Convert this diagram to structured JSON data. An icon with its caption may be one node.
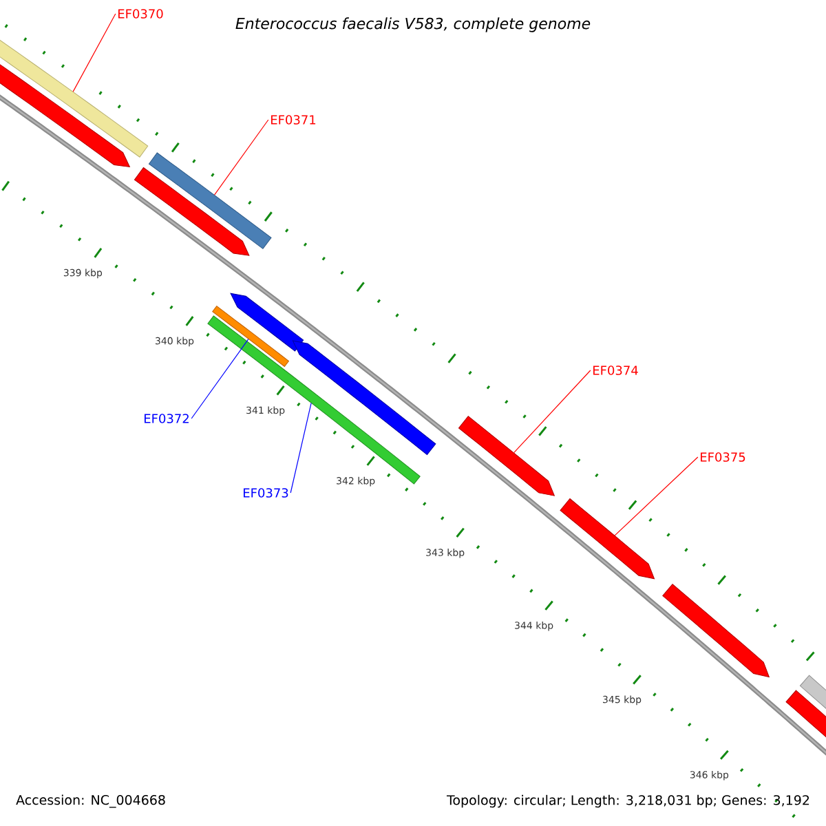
{
  "diagram": {
    "title": "Enterococcus faecalis V583, complete genome",
    "nodes": [
      {
        "text": [
          "EF0370"
        ]
      },
      {
        "text": [
          "EF0371"
        ]
      },
      {
        "text": [
          "EF0372"
        ]
      },
      {
        "text": [
          "EF0373"
        ]
      },
      {
        "text": [
          "EF0374"
        ]
      },
      {
        "text": [
          "EF0375"
        ]
      },
      {
        "text": [],
        "shape": "bar"
      },
      {
        "text": [],
        "shape": "bar"
      },
      {
        "text": [],
        "shape": "bar"
      },
      {
        "text": [],
        "shape": "bar"
      },
      {
        "text": [],
        "shape": "bar"
      },
      {
        "text": [],
        "shape": "bar"
      },
      {
        "text": [],
        "shape": "bar"
      },
      {
        "text": [],
        "shape": "bar"
      },
      {
        "text": [],
        "shape": "bar"
      },
      {
        "text": [],
        "shape": "bar"
      },
      {
        "text": [],
        "shape": "bar"
      },
      {
        "text": [],
        "shape": "bar"
      },
      {
        "text": [],
        "shape": "bar"
      }
    ],
    "edges": [
      {
        "from": 0,
        "to": 6,
        "arrow": "none"
      },
      {
        "from": 1,
        "to": 8,
        "arrow": "none"
      },
      {
        "from": 2,
        "to": 10,
        "arrow": "none",
        "color": "#0000ff"
      },
      {
        "from": 3,
        "to": 11,
        "arrow": "none",
        "color": "#0000ff"
      },
      {
        "from": 4,
        "to": 14,
        "arrow": "none"
      },
      {
        "from": 5,
        "to": 15,
        "arrow": "none"
      }
    ],
    "labels": [
      "339 kbp",
      "340 kbp",
      "341 kbp",
      "342 kbp",
      "343 kbp",
      "344 kbp",
      "345 kbp",
      "346 kbp",
      "Accession: NC_004668",
      "Topology: circular; Length: 3,218,031 bp; Genes: 3,192"
    ]
  }
}
